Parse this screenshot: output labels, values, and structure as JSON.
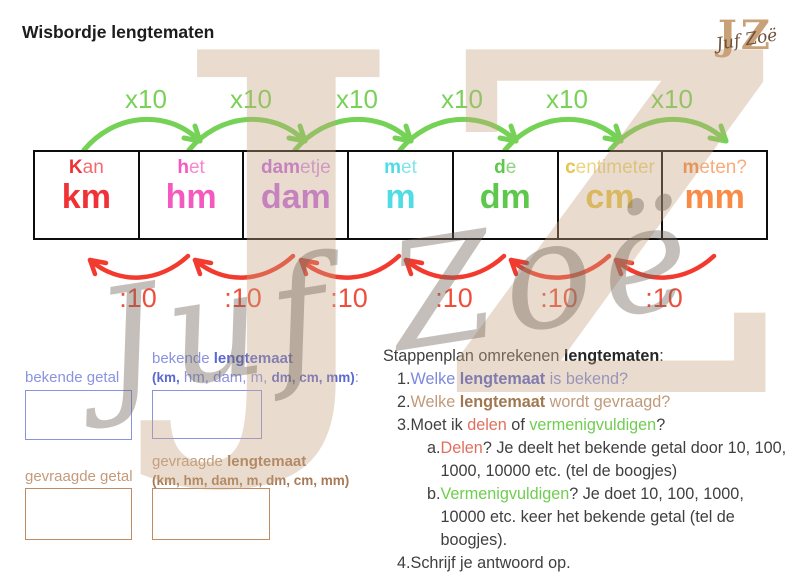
{
  "page": {
    "title": "Wisbordje lengtematen"
  },
  "logo": {
    "monogram": "JZ",
    "script": "Juf Zoë"
  },
  "watermark": {
    "monogram": "JZ",
    "script": "Juf Zoë"
  },
  "conversion_table": {
    "multiply_label": "x10",
    "divide_label": ":10",
    "colors": {
      "multiply_arrow": "#76d256",
      "divide_arrow": "#f23b2e",
      "table_border": "#0d0d0d"
    },
    "units": [
      {
        "word_bold": "K",
        "word_rest": "an",
        "abbr": "km",
        "color": "#f03136"
      },
      {
        "word_bold": "h",
        "word_rest": "et",
        "abbr": "hm",
        "color": "#f558be"
      },
      {
        "word_bold": "dam",
        "word_rest": "etje",
        "abbr": "dam",
        "color": "#c66ce6"
      },
      {
        "word_bold": "m",
        "word_rest": "et",
        "abbr": "m",
        "color": "#4fdce4"
      },
      {
        "word_bold": "d",
        "word_rest": "e",
        "abbr": "dm",
        "color": "#5dc84c"
      },
      {
        "word_bold": "c",
        "word_rest": "entimeter",
        "abbr": "cm",
        "color": "#e7c44f"
      },
      {
        "word_bold": "m",
        "word_rest": "eten?",
        "abbr": "mm",
        "color": "#f98b47"
      }
    ]
  },
  "form": {
    "known": {
      "number_label": "bekende getal",
      "unit_label_prefix": "bekende ",
      "unit_label_bold": "lengtemaat",
      "units_seg_bold1": "(km,",
      "units_seg_reg": " hm, dam, m, ",
      "units_seg_bold2": "dm, cm, mm)",
      "units_seg_colon": ":"
    },
    "asked": {
      "number_label": "gevraagde getal",
      "unit_label_prefix": "gevraagde ",
      "unit_label_bold": "lengtemaat",
      "units_line": "(km, hm, dam, m, dm, cm, mm)"
    }
  },
  "steps": {
    "title_a": "Stappenplan omrekenen ",
    "title_b": "lengtematen",
    "title_c": ":",
    "s1": {
      "num": "1.",
      "a": "Welke ",
      "b": "lengtemaat",
      "c": " is bekend?"
    },
    "s2": {
      "num": "2.",
      "a": "Welke ",
      "b": "lengtemaat",
      "c": " wordt gevraagd?"
    },
    "s3": {
      "num": "3.",
      "a": "Moet ik ",
      "b": "delen",
      "c": " of ",
      "d": "vermenigvuldigen",
      "e": "?"
    },
    "sa": {
      "num": "a.",
      "a": "Delen",
      "b": "? Je deelt het bekende getal door 10, 100, 1000, 10000 etc. (tel de boogjes)"
    },
    "sb": {
      "num": "b.",
      "a": "Vermenigvuldigen",
      "b": "? Je doet 10, 100, 1000, 10000 etc. keer het bekende getal (tel de boogjes)."
    },
    "s4": {
      "num": "4.",
      "a": "Schrijf je antwoord op."
    }
  }
}
